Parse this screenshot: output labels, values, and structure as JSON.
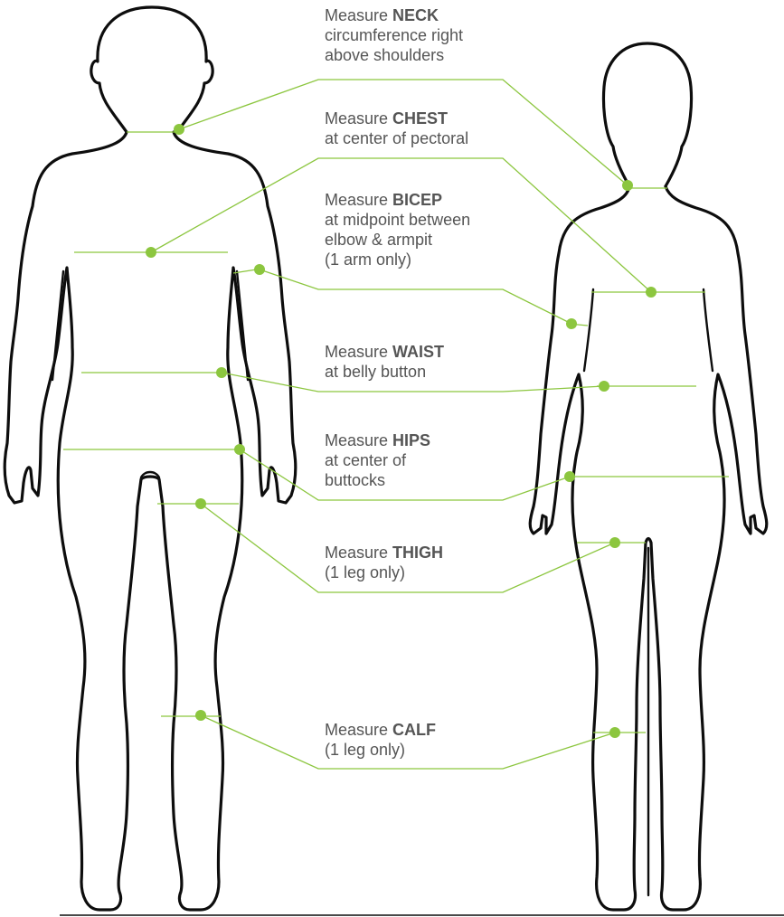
{
  "accent_color": "#8cc63f",
  "outline_color": "#0d0d0d",
  "text_color": "#555555",
  "figures": [
    {
      "name": "male-figure"
    },
    {
      "name": "female-figure"
    }
  ],
  "measurements": [
    {
      "id": "neck",
      "prefix": "Measure",
      "keyword": "NECK",
      "lines": [
        "circumference right",
        "above shoulders"
      ]
    },
    {
      "id": "chest",
      "prefix": "Measure",
      "keyword": "CHEST",
      "lines": [
        "at center of pectoral"
      ]
    },
    {
      "id": "bicep",
      "prefix": "Measure",
      "keyword": "BICEP",
      "lines": [
        "at midpoint between",
        "elbow & armpit",
        "(1 arm only)"
      ]
    },
    {
      "id": "waist",
      "prefix": "Measure",
      "keyword": "WAIST",
      "lines": [
        "at belly button"
      ]
    },
    {
      "id": "hips",
      "prefix": "Measure",
      "keyword": "HIPS",
      "lines": [
        "at center of",
        "buttocks"
      ]
    },
    {
      "id": "thigh",
      "prefix": "Measure",
      "keyword": "THIGH",
      "lines": [
        "(1 leg only)"
      ]
    },
    {
      "id": "calf",
      "prefix": "Measure",
      "keyword": "CALF",
      "lines": [
        "(1 leg only)"
      ]
    }
  ]
}
